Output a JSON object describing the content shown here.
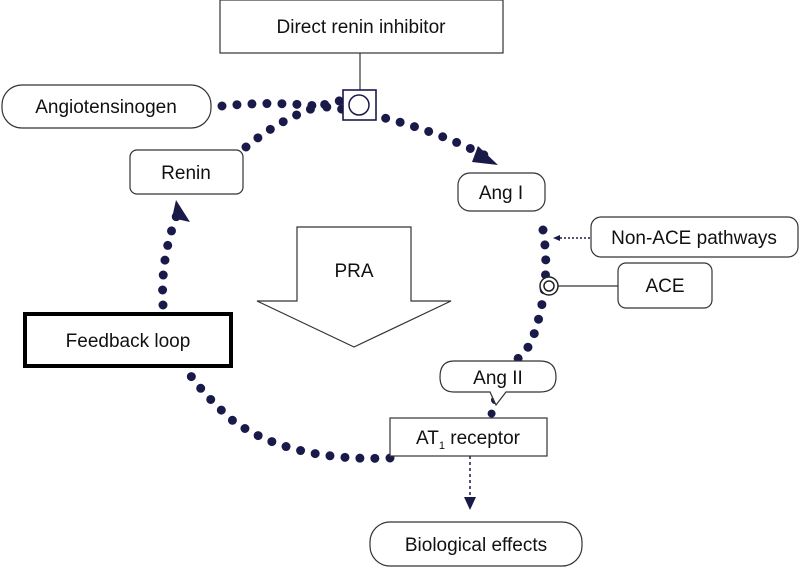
{
  "nodes": {
    "direct_renin_inhibitor": "Direct renin inhibitor",
    "angiotensinogen": "Angiotensinogen",
    "renin": "Renin",
    "ang_i": "Ang I",
    "non_ace_pathways": "Non-ACE pathways",
    "ace": "ACE",
    "pra": "PRA",
    "feedback_loop": "Feedback loop",
    "ang_ii": "Ang II",
    "at1_receptor_prefix": "AT",
    "at1_receptor_sub": "1",
    "at1_receptor_suffix": " receptor",
    "biological_effects": "Biological effects"
  },
  "colors": {
    "dotted_path": "#1a1a4a",
    "box_stroke": "#333333",
    "text": "#111111"
  }
}
